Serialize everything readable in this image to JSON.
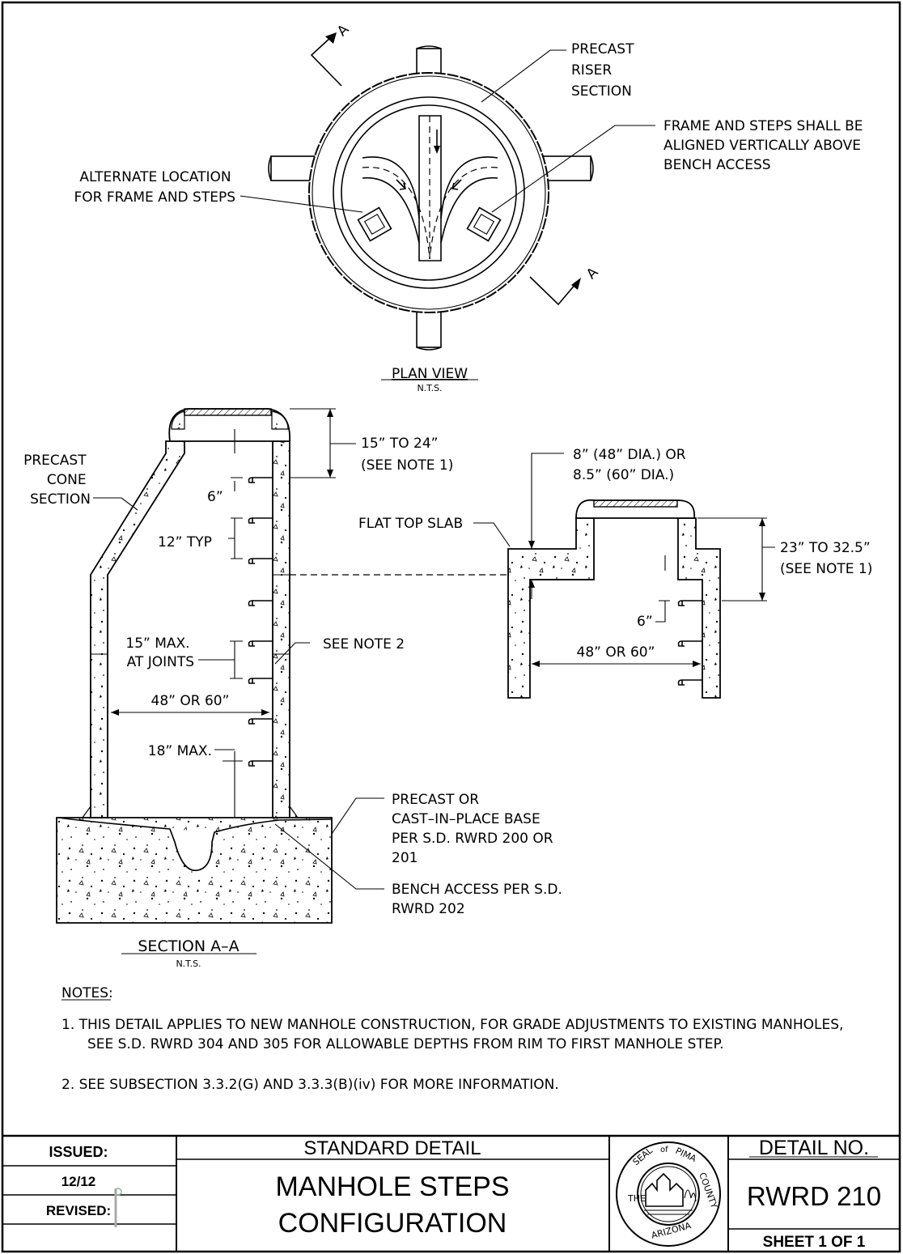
{
  "plan_view": {
    "title": "PLAN VIEW",
    "scale": "N.T.S.",
    "section_marker_top": "A",
    "section_marker_bottom": "A",
    "label_precast_riser": [
      "PRECAST",
      "RISER",
      "SECTION"
    ],
    "label_frame_aligned": [
      "FRAME AND STEPS SHALL BE",
      "ALIGNED VERTICALLY ABOVE",
      "BENCH ACCESS"
    ],
    "label_alternate": [
      "ALTERNATE LOCATION",
      "FOR FRAME AND STEPS"
    ]
  },
  "section_view": {
    "title": "SECTION A–A",
    "scale": "N.T.S.",
    "label_cone": [
      "PRECAST",
      "CONE",
      "SECTION"
    ],
    "dim_top": [
      "15” TO 24”",
      "(SEE NOTE 1)"
    ],
    "dim_6": "6”",
    "dim_12": "12” TYP",
    "dim_15max": [
      "15” MAX.",
      "AT JOINTS"
    ],
    "see_note_2": "SEE NOTE 2",
    "dim_diameter": "48” OR 60”",
    "dim_18max": "18” MAX.",
    "label_base": [
      "PRECAST OR",
      "CAST–IN–PLACE BASE",
      "PER S.D. RWRD 200 OR",
      "201"
    ],
    "label_bench": [
      "BENCH ACCESS PER S.D.",
      "RWRD 202"
    ]
  },
  "flat_top_view": {
    "label_flat_top": "FLAT TOP SLAB",
    "dim_slab": [
      "8” (48” DIA.) OR",
      "8.5” (60” DIA.)"
    ],
    "dim_top": [
      "23” TO 32.5”",
      "(SEE NOTE 1)"
    ],
    "dim_6": "6”",
    "dim_diameter": "48” OR 60”"
  },
  "notes": {
    "heading": "NOTES:",
    "note1": [
      "1.  THIS DETAIL APPLIES TO NEW MANHOLE CONSTRUCTION, FOR GRADE ADJUSTMENTS TO EXISTING MANHOLES,",
      "SEE S.D. RWRD 304 AND 305 FOR ALLOWABLE DEPTHS FROM RIM TO FIRST MANHOLE STEP."
    ],
    "note2": "2.  SEE SUBSECTION 3.3.2(G) AND 3.3.3(B)(iv) FOR MORE INFORMATION."
  },
  "title_block": {
    "issued_label": "ISSUED:",
    "issued_value": "12/12",
    "revised_label": "REVISED:",
    "standard_detail": "STANDARD DETAIL",
    "title_line1": "MANHOLE STEPS",
    "title_line2": "CONFIGURATION",
    "seal_text": "THE SEAL of PIMA COUNTY ARIZONA",
    "detail_no_label": "DETAIL NO.",
    "detail_no_value": "RWRD 210",
    "sheet": "SHEET 1 OF 1"
  }
}
